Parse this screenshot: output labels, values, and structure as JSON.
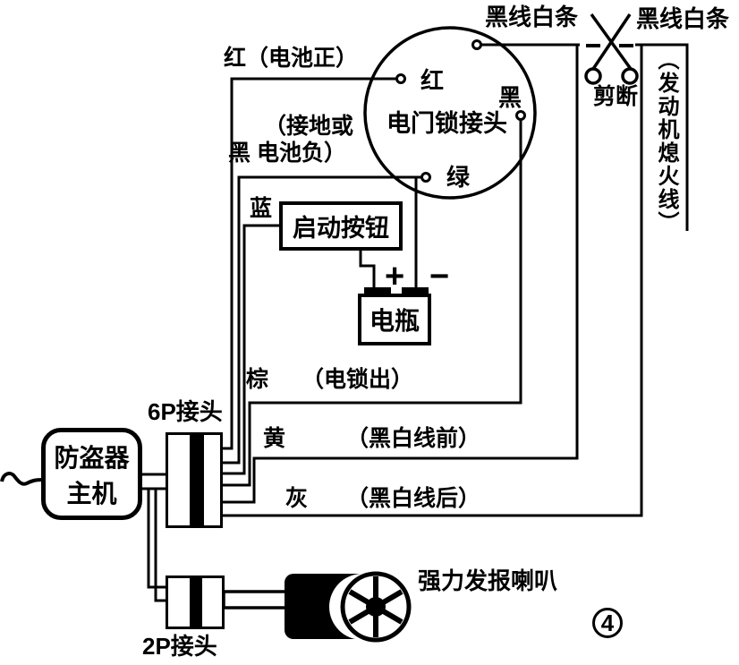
{
  "figure": {
    "number": "4"
  },
  "ignition_lock": {
    "title": "电门锁接头",
    "terminal_red": "红",
    "terminal_black": "黑",
    "terminal_green": "绿"
  },
  "labels": {
    "red_wire": "红（电池正）",
    "ground_note_line1": "（接地或",
    "ground_note_line2": "黑 电池负）",
    "blue_wire": "蓝",
    "brown_wire": "棕",
    "brown_note": "（电锁出）",
    "yellow_wire": "黄",
    "yellow_note": "（黑白线前）",
    "gray_wire": "灰",
    "gray_note": "（黑白线后）",
    "cut_wire_left": "黑线白条",
    "cut_wire_right": "黑线白条",
    "cut_action": "剪断",
    "engine_kill_wire": "（发动机熄火线）"
  },
  "components": {
    "start_button": "启动按钮",
    "battery": "电瓶",
    "battery_plus": "+",
    "battery_minus": "−",
    "main_unit_line1": "防盗器",
    "main_unit_line2": "主机",
    "connector_6p": "6P接头",
    "connector_2p": "2P接头",
    "horn": "强力发报喇叭"
  },
  "colors": {
    "line": "#000000",
    "background": "#ffffff"
  }
}
